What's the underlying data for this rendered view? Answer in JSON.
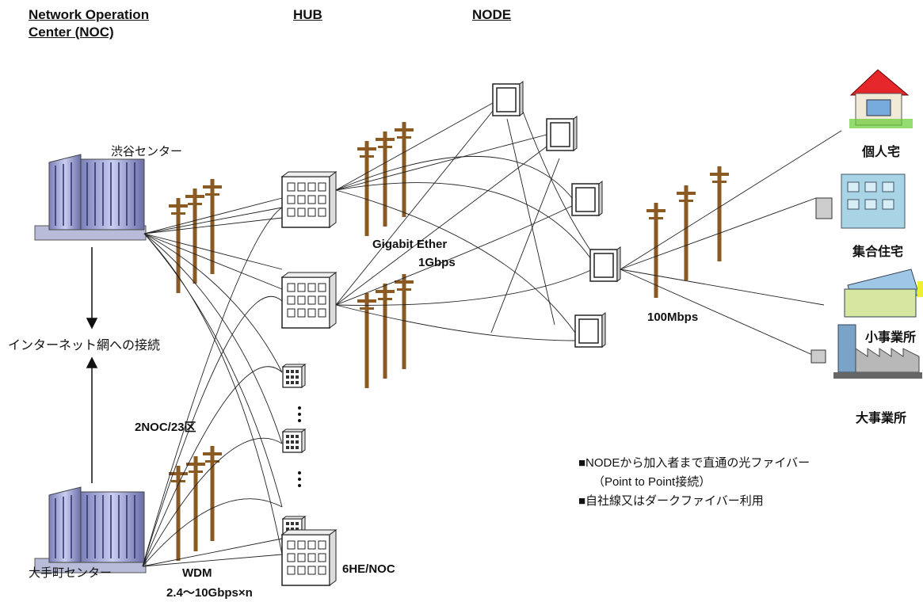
{
  "headers": {
    "noc_line1": "Network Operation",
    "noc_line2": "Center (NOC)",
    "hub": "HUB",
    "node": "NODE"
  },
  "noc": {
    "shibuya": "渋谷センター",
    "otemachi": "大手町センター",
    "internet": "インターネット網への接続",
    "count": "2NOC/23区"
  },
  "links": {
    "wdm": "WDM",
    "wdm_speed": "2.4～10Gbps×n",
    "gigabit": "Gigabit Ether",
    "gigabit_speed": "1Gbps",
    "access_speed": "100Mbps",
    "he_noc": "6HE/NOC"
  },
  "subscribers": {
    "home": "個人宅",
    "apartment": "集合住宅",
    "small_office": "小事業所",
    "large_office": "大事業所"
  },
  "notes": {
    "line1": "■NODEから加入者まで直通の光ファイバー",
    "line2": "（Point to Point接続）",
    "line3": "■自社線又はダークファイバー利用"
  }
}
